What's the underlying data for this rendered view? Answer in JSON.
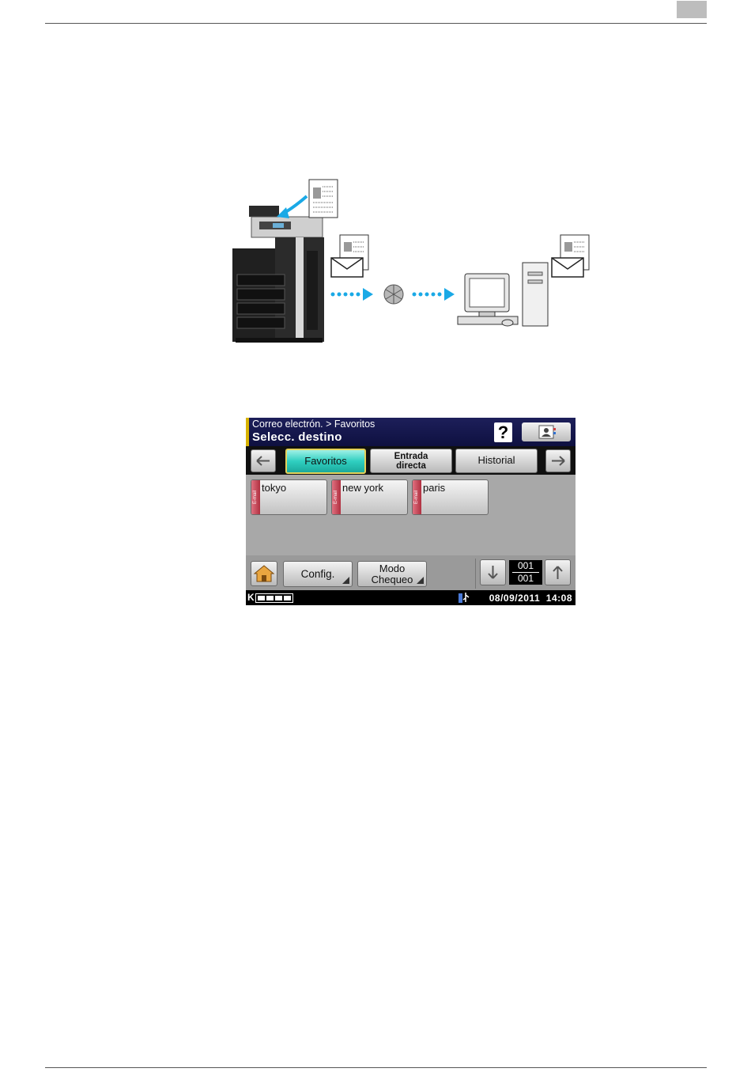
{
  "panel": {
    "header": {
      "path": "Correo electrón. > Favoritos",
      "title": "Selecc. destino",
      "help_label": "?"
    },
    "tabs": [
      {
        "label": "Favoritos",
        "active": true
      },
      {
        "label_line1": "Entrada",
        "label_line2": "directa",
        "active": false
      },
      {
        "label": "Historial",
        "active": false
      }
    ],
    "destinations": [
      {
        "name": "tokyo",
        "type_tag": "E-mail"
      },
      {
        "name": "new york",
        "type_tag": "E-mail"
      },
      {
        "name": "paris",
        "type_tag": "E-mail"
      }
    ],
    "bottom": {
      "config_label": "Config.",
      "mode_line1": "Modo",
      "mode_line2": "Chequeo",
      "page_current": "001",
      "page_total": "001"
    },
    "status": {
      "toner_label": "K",
      "datetime": "08/09/2011  14:08"
    }
  },
  "colors": {
    "header_bg": "#14164c",
    "header_accent": "#d8b300",
    "tab_active": "#2fcfc0",
    "arrows": "#1aa9e6",
    "panel_bg": "#a8a8a8"
  }
}
